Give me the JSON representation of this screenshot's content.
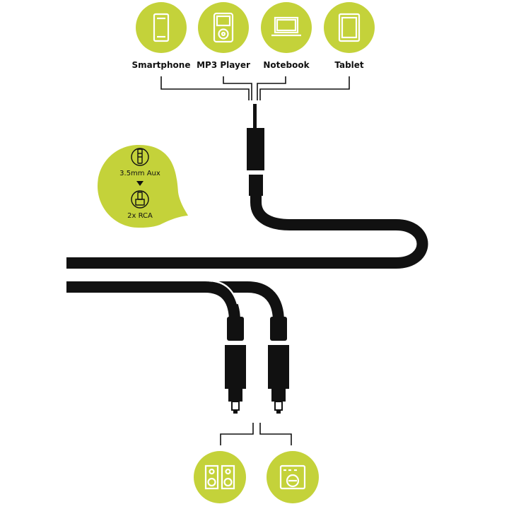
{
  "colors": {
    "accent": "#c4d23a",
    "cable": "#111111",
    "background": "#ffffff"
  },
  "source_devices": [
    {
      "label": "Smartphone",
      "icon": "smartphone-icon"
    },
    {
      "label": "MP3 Player",
      "icon": "mp3-player-icon"
    },
    {
      "label": "Notebook",
      "icon": "notebook-icon"
    },
    {
      "label": "Tablet",
      "icon": "tablet-icon"
    }
  ],
  "adapter_badge": {
    "from_label": "3.5mm Aux",
    "to_label": "2x RCA",
    "from_icon": "aux-jack-icon",
    "to_icon": "rca-plug-icon",
    "arrow_icon": "down-triangle-icon"
  },
  "target_devices": [
    {
      "icon": "speakers-icon"
    },
    {
      "icon": "stereo-receiver-icon"
    }
  ]
}
